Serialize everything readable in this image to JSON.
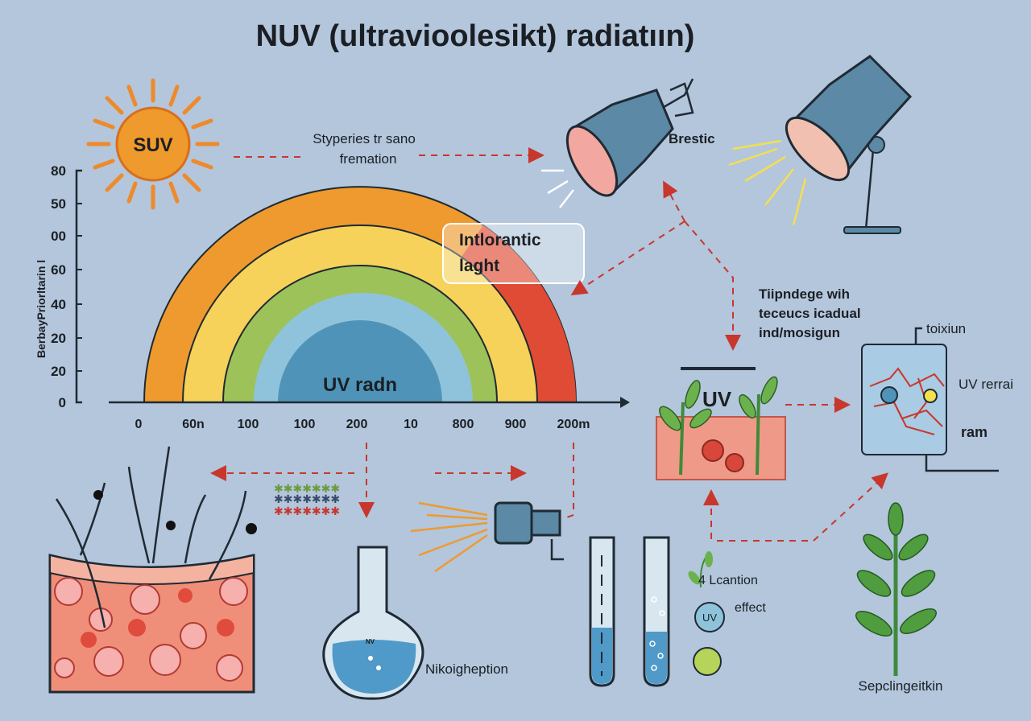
{
  "title": "NUV (ultravioolesikt) radiatıın)",
  "sun": {
    "label": "SUV"
  },
  "top_caption": {
    "line1": "Styperies tr sano",
    "line2": "fremation"
  },
  "lamp_label": "Brestic",
  "spectrum": {
    "ylabel": "BerbayPriorltarin l",
    "yticks": [
      "80",
      "50",
      "00",
      "60",
      "40",
      "20",
      "20",
      "0"
    ],
    "xticks": [
      "0",
      "60n",
      "100",
      "100",
      "200",
      "10",
      "800",
      "900",
      "200m"
    ],
    "center_label": "UV radn",
    "callout": {
      "line1": "Intlorantic",
      "line2": "laght"
    },
    "colors": [
      "#ee9a2e",
      "#f6d25a",
      "#9dc25a",
      "#8fc3dc",
      "#4f94b8",
      "#df4b34"
    ]
  },
  "right_caption": {
    "line1": "Tiipndege wih",
    "line2": "teceucs icadual",
    "line3": "ind/mosigun"
  },
  "soil_panel": {
    "label": "UV"
  },
  "cell_panel": {
    "top_label": "toixiun",
    "side_label": "UV rerrai",
    "bottom_label": "ram"
  },
  "flask": {
    "label": "NV",
    "caption": "Nikoigheption"
  },
  "tubes": {
    "plant_label": "4 Lcantion",
    "circle_label": "UV",
    "effect_label": "effect"
  },
  "seedling": {
    "caption": "Sepclingeitkin"
  }
}
